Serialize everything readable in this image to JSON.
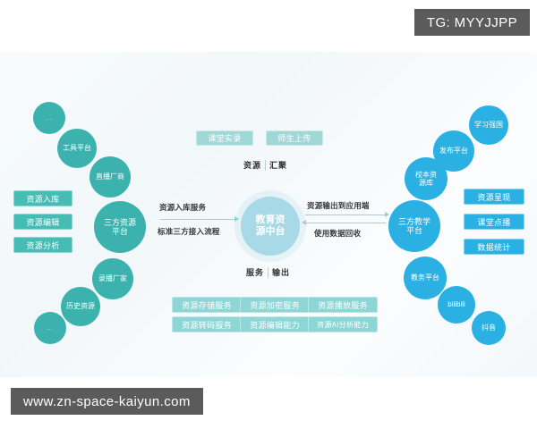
{
  "watermarks": {
    "top_right": "TG: MYYJJPP",
    "bottom_left": "www.zn-space-kaiyun.com"
  },
  "diagram": {
    "hub": {
      "label": "教育资源中台"
    },
    "section_labels": {
      "top": {
        "left": "资源",
        "right": "汇聚"
      },
      "bottom": {
        "left": "服务",
        "right": "输出"
      }
    },
    "arrows": {
      "left": {
        "top_label": "资源入库服务",
        "bottom_label": "标准三方接入流程"
      },
      "right": {
        "top_label": "资源输出到应用端",
        "bottom_label": "使用数据回收"
      }
    },
    "left_circles": [
      {
        "label": "…",
        "name": "ellipsis-top"
      },
      {
        "label": "工具平台",
        "name": "tool-platform"
      },
      {
        "label": "直播厂商",
        "name": "live-vendor"
      },
      {
        "label": "三方资源平台",
        "name": "third-party-resource-platform"
      },
      {
        "label": "录播厂家",
        "name": "recording-vendor"
      },
      {
        "label": "历史资源",
        "name": "historical-resource"
      },
      {
        "label": "…",
        "name": "ellipsis-bottom"
      }
    ],
    "left_boxes": [
      {
        "label": "资源入库"
      },
      {
        "label": "资源编辑"
      },
      {
        "label": "资源分析"
      }
    ],
    "right_circles": [
      {
        "label": "学习强国",
        "name": "xuexi-qiangguo"
      },
      {
        "label": "发布平台",
        "name": "publishing-platform"
      },
      {
        "label": "校本资源库",
        "name": "school-resource-library"
      },
      {
        "label": "三方教学平台",
        "name": "third-party-teaching-platform"
      },
      {
        "label": "教务平台",
        "name": "academic-affairs-platform"
      },
      {
        "label": "bilibili",
        "name": "bilibili"
      },
      {
        "label": "抖音",
        "name": "douyin"
      }
    ],
    "right_boxes": [
      {
        "label": "资源呈现"
      },
      {
        "label": "课堂点播"
      },
      {
        "label": "数据统计"
      }
    ],
    "top_boxes": [
      {
        "label": "课堂实录"
      },
      {
        "label": "师生上传"
      }
    ],
    "bottom_boxes": [
      {
        "label": "资源存储服务"
      },
      {
        "label": "资源加密服务"
      },
      {
        "label": "资源播放服务"
      },
      {
        "label": "资源转码服务"
      },
      {
        "label": "资源编辑能力"
      },
      {
        "label": "资源AI分析能力"
      }
    ]
  },
  "colors": {
    "teal": "#3bb2ad",
    "blue": "#2bb0e3",
    "hub": "#a8d9e6",
    "watermark_bg": "#5b5b5b"
  }
}
